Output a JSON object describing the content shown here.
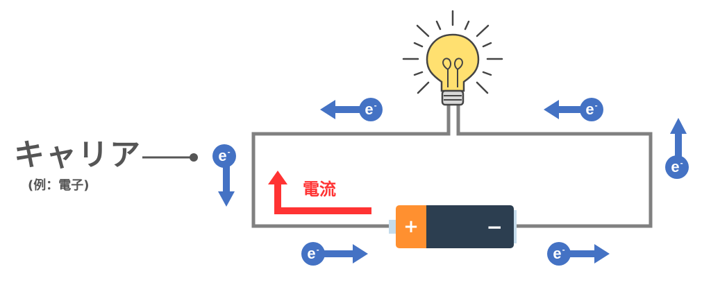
{
  "diagram": {
    "carrier_label": "キャリア",
    "carrier_example": "(例：電子)",
    "current_label": "電流",
    "battery": {
      "plus": "+",
      "minus": "−"
    },
    "electron_symbol": "e",
    "electron_charge": "-",
    "electrons": [
      {
        "id": "left",
        "direction": "down"
      },
      {
        "id": "top-left",
        "direction": "left"
      },
      {
        "id": "top-right",
        "direction": "left"
      },
      {
        "id": "right",
        "direction": "up"
      },
      {
        "id": "bottom-left",
        "direction": "right"
      },
      {
        "id": "bottom-right",
        "direction": "right"
      }
    ],
    "colors": {
      "wire": "#808080",
      "electron": "#4472c4",
      "current": "#ff3333",
      "battery_plus": "#ff9030",
      "battery_body": "#2c3e50",
      "bulb": "#ffe070",
      "text": "#555555"
    }
  }
}
